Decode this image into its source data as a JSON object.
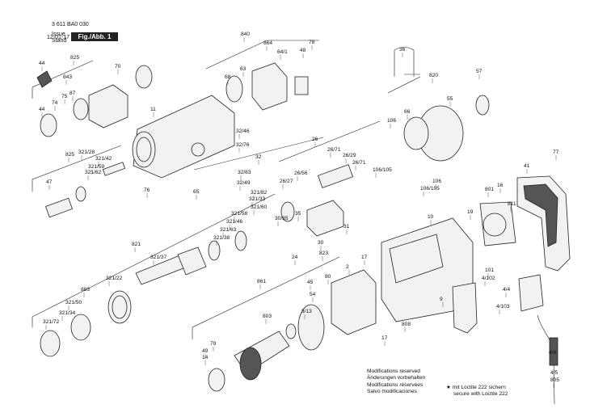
{
  "header": {
    "doc_number": "3 611 BA0 030",
    "issue_label": "Issue",
    "stand_label": "Stand",
    "date": "12-01-17",
    "fig_label": "Fig./Abb. 1"
  },
  "notes": {
    "modifications": [
      "Modifications reserved",
      "Änderungen vorbehalten",
      "Modifications réservées",
      "Salvo modificaciones"
    ],
    "loctite_de": "mit Loctite 222 sichern",
    "loctite_en": "secure with Loctite 222",
    "star_symbol": "★"
  },
  "part_labels": [
    "44",
    "825",
    "843",
    "75",
    "87",
    "70",
    "74",
    "44",
    "840",
    "864",
    "64/1",
    "78",
    "48",
    "63",
    "68",
    "11",
    "36",
    "820",
    "57",
    "55",
    "66",
    "106",
    "32/46",
    "32/76",
    "32",
    "32/83",
    "32/49",
    "65",
    "825",
    "321/28",
    "321/42",
    "321/59",
    "321/62",
    "47",
    "76",
    "26",
    "26/71",
    "26/29",
    "26/71",
    "26/56",
    "26/27",
    "106/105",
    "106",
    "106/105",
    "77",
    "41",
    "16",
    "811",
    "801",
    "19",
    "321/82",
    "321/33",
    "321/60",
    "321/58",
    "321/46",
    "321/63",
    "321/38",
    "35",
    "30/35",
    "31",
    "30",
    "10",
    "821",
    "321/37",
    "24",
    "823",
    "17",
    "2",
    "80",
    "101",
    "4/102",
    "321/22",
    "883",
    "861",
    "45",
    "321/50",
    "321/34",
    "321/72",
    "9",
    "808",
    "17",
    "4/4",
    "4/103",
    "54",
    "803",
    "3/13",
    "79",
    "49",
    "14",
    "4/6",
    "4/5",
    "805"
  ]
}
